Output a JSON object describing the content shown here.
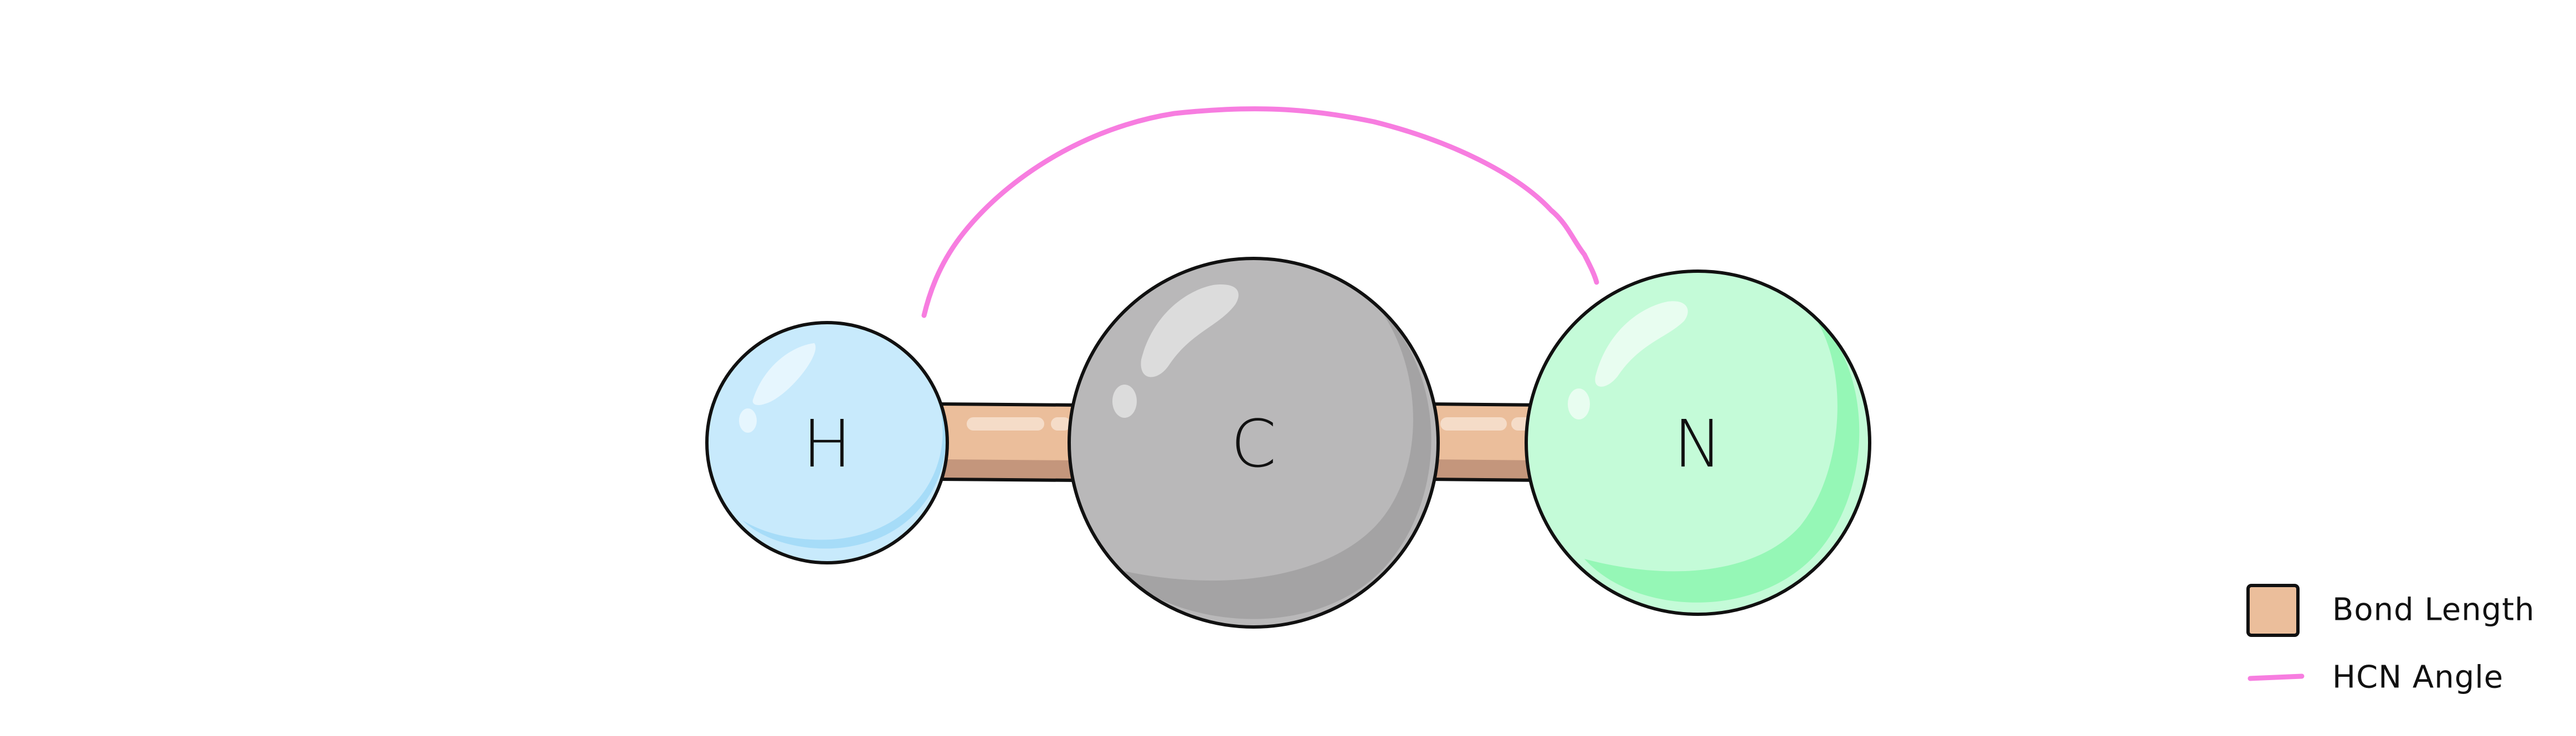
{
  "molecule": {
    "atoms": [
      {
        "symbol": "H",
        "color": "#c8eafc",
        "shade": "#a6dcf8"
      },
      {
        "symbol": "C",
        "color": "#b9b8b9",
        "shade": "#a4a3a4"
      },
      {
        "symbol": "N",
        "color": "#c4fbd8",
        "shade": "#95f7b6"
      }
    ],
    "bond_color": "#ebbe9b",
    "bond_shade": "#c4967c",
    "angle_arc_color": "#f77de0"
  },
  "legend": {
    "items": [
      {
        "label": "Bond Length",
        "swatch": "bond"
      },
      {
        "label": "HCN Angle",
        "swatch": "angle"
      }
    ]
  }
}
